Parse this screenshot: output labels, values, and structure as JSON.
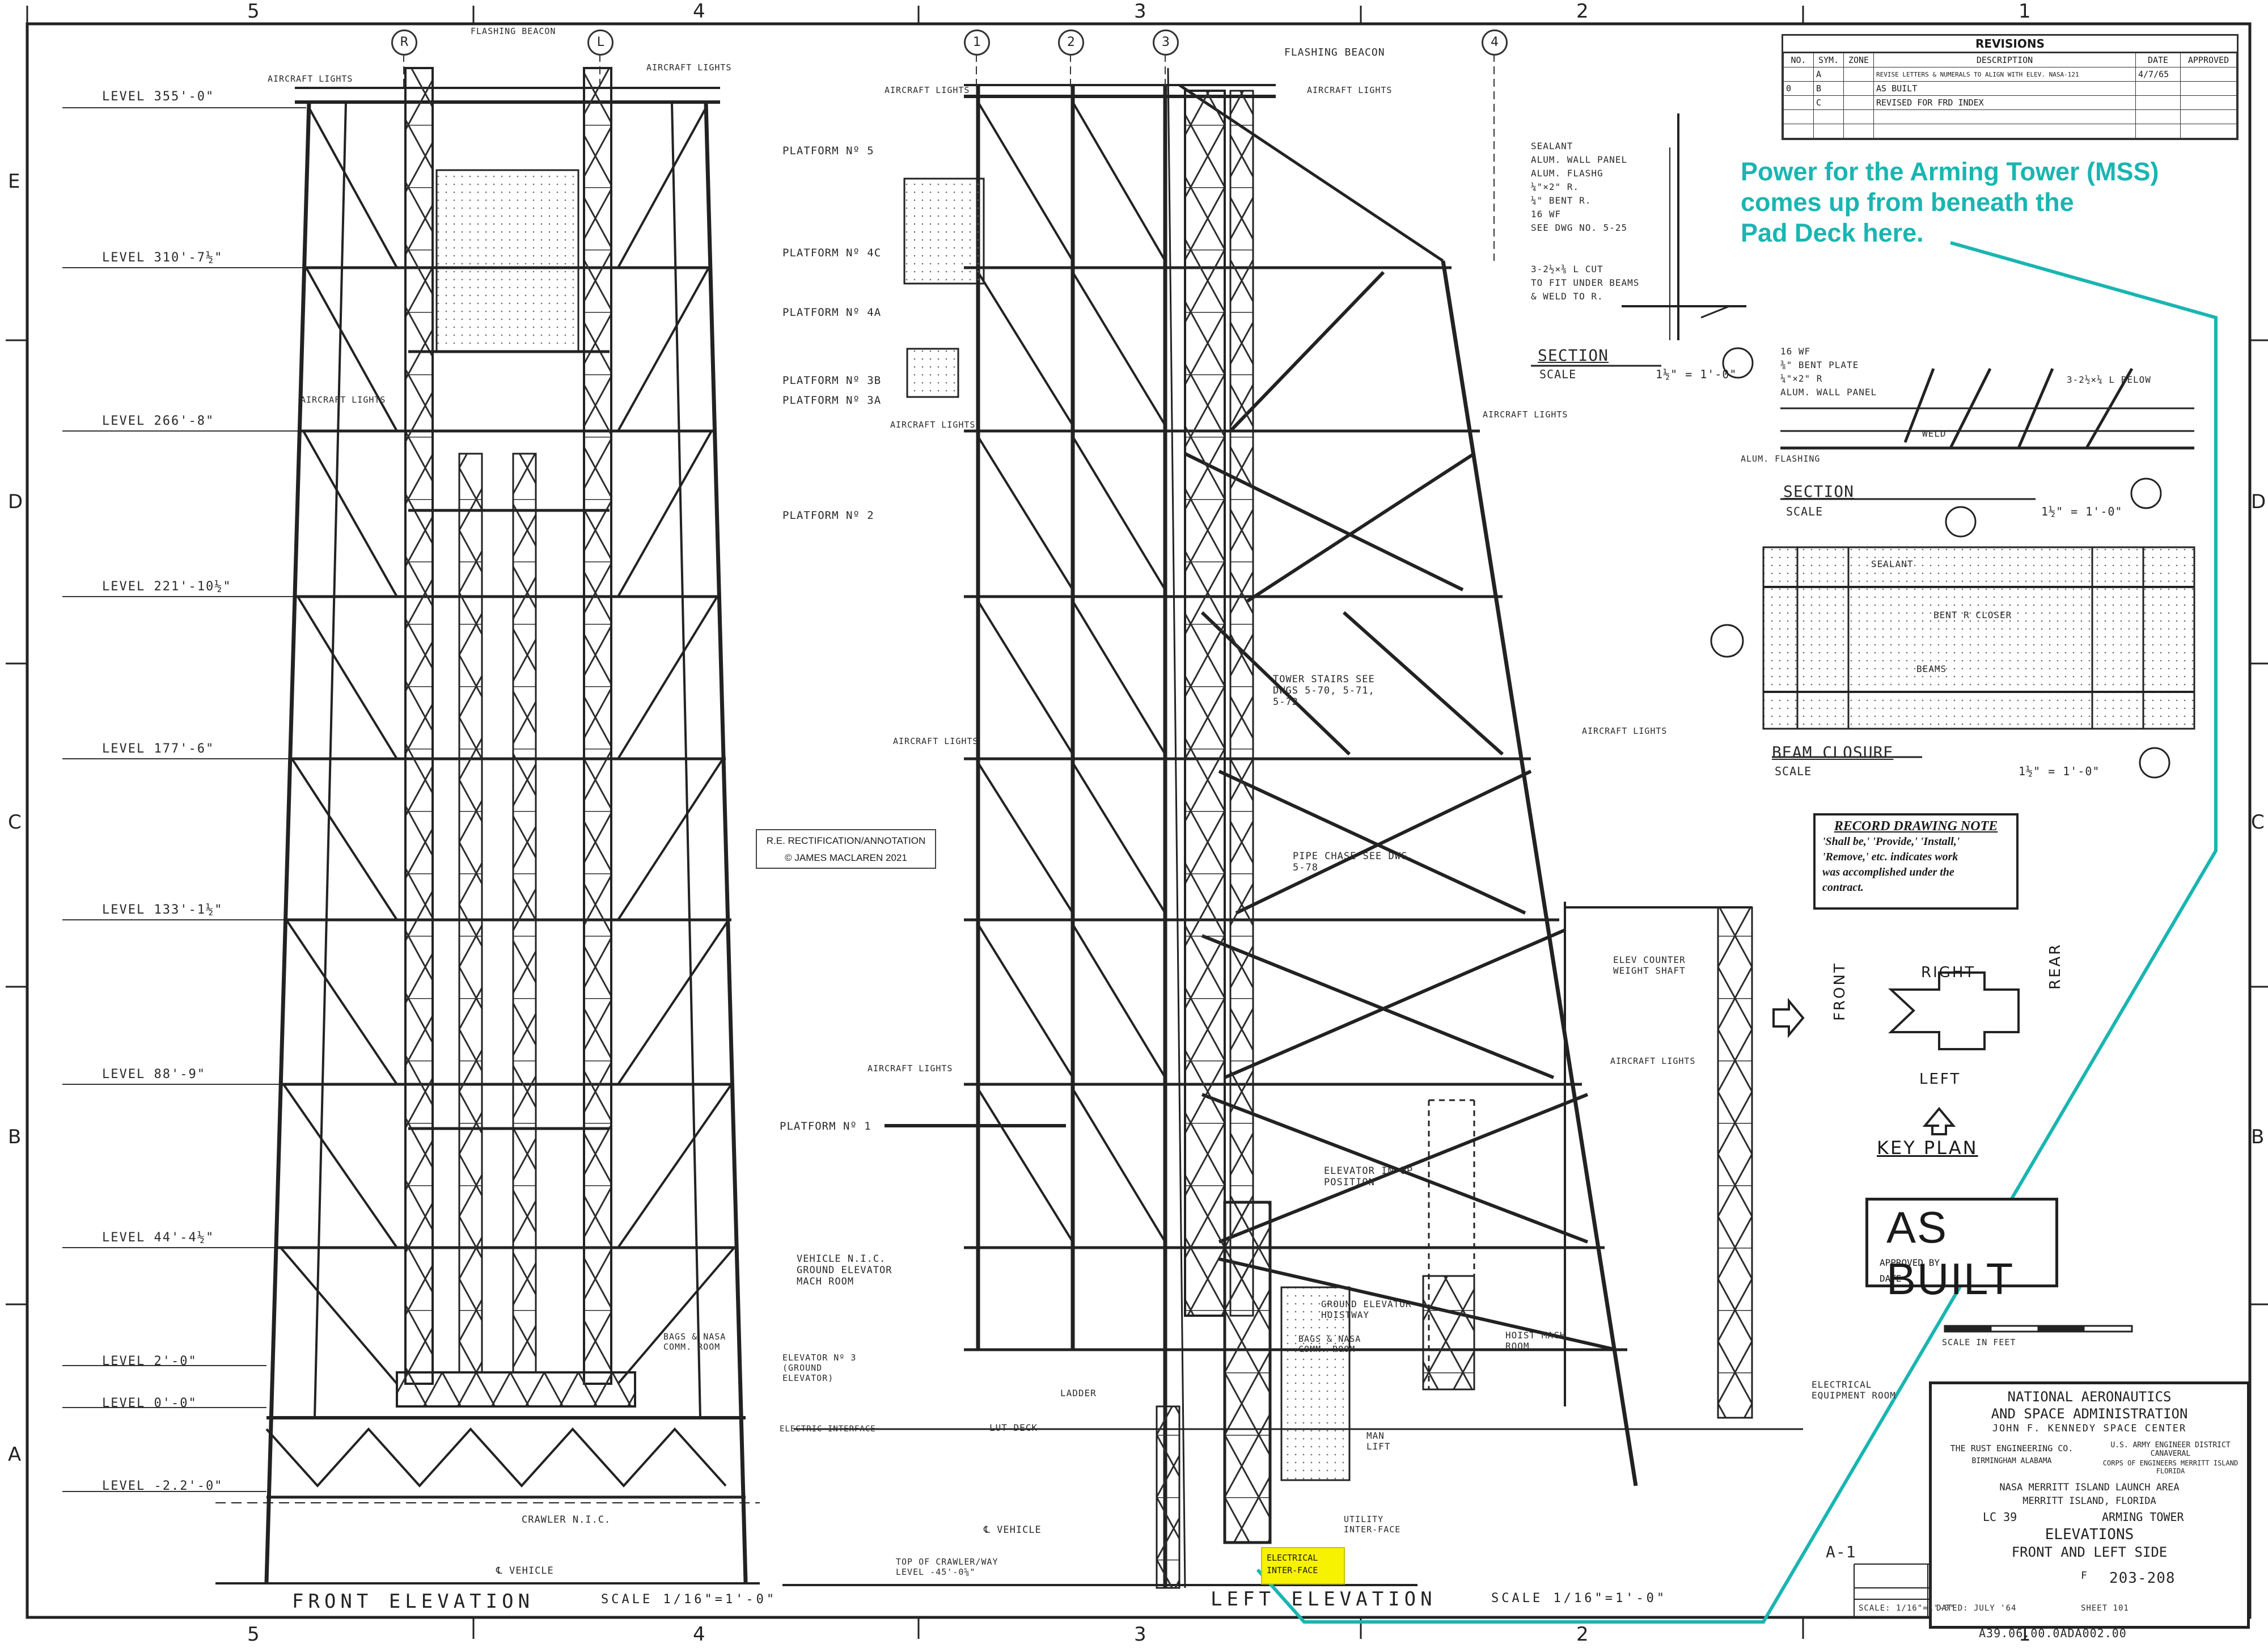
{
  "drawing": {
    "annotation_lines": [
      "Power for the Arming Tower (MSS)",
      "comes up from beneath the",
      "Pad Deck here."
    ],
    "copyright_lines": [
      "R.E. RECTIFICATION/ANNOTATION",
      "© JAMES MACLAREN 2021"
    ],
    "highlight_label": "ELECTRICAL INTER-FACE",
    "zones_top": [
      "5",
      "4",
      "3",
      "2",
      "1"
    ],
    "zones_side": [
      "E",
      "D",
      "C",
      "B",
      "A"
    ],
    "gridlines_front": [
      "R",
      "L"
    ],
    "gridlines_left": [
      "1",
      "2",
      "3",
      "4"
    ],
    "levels": [
      "LEVEL 355'-0\"",
      "LEVEL 310'-7½\"",
      "LEVEL 266'-8\"",
      "LEVEL 221'-10½\"",
      "LEVEL 177'-6\"",
      "LEVEL 133'-1½\"",
      "LEVEL 88'-9\"",
      "LEVEL 44'-4½\"",
      "LEVEL 2'-0\"",
      "LEVEL 0'-0\"",
      "LEVEL -2.2'-0\""
    ],
    "front_title": "FRONT ELEVATION",
    "front_scale": "SCALE 1/16\"=1'-0\"",
    "left_title": "LEFT ELEVATION",
    "left_scale": "SCALE 1/16\"=1'-0\"",
    "labels": {
      "flashing_beacon": "FLASHING BEACON",
      "aircraft_lights": "AIRCRAFT LIGHTS",
      "platform_5": "PLATFORM Nº 5",
      "platform_4c": "PLATFORM Nº 4C",
      "platform_4a": "PLATFORM Nº 4A",
      "platform_3b": "PLATFORM Nº 3B",
      "platform_3a": "PLATFORM Nº 3A",
      "platform_2": "PLATFORM Nº 2",
      "platform_1": "PLATFORM Nº 1",
      "tower_stairs": "TOWER STAIRS SEE DWGS 5-70, 5-71, 5-72",
      "pipe_chase": "PIPE CHASE SEE DWG. 5-78",
      "elevator_up": "ELEVATOR IN UP POSITION",
      "elev_counter": "ELEV COUNTER WEIGHT SHAFT",
      "vehicle_room": "VEHICLE N.I.C. GROUND ELEVATOR MACH ROOM",
      "ground_hoistway": "GROUND ELEVATOR HOISTWAY",
      "comm_room": "BAGS & NASA COMM. ROOM",
      "hoist_room": "HOIST MACH. ROOM",
      "elec_equip": "ELECTRICAL EQUIPMENT ROOM",
      "man_lift": "MAN LIFT",
      "utility": "UTILITY INTER-FACE",
      "ladder": "LADDER",
      "lut_deck": "LUT DECK",
      "elec_interface": "ELECTRIC INTERFACE",
      "elevator_3": "ELEVATOR Nº 3 (GROUND ELEVATOR)",
      "crawler": "CRAWLER N.I.C.",
      "vehicle_cl": "℄ VEHICLE",
      "top_crawler": "TOP OF CRAWLER/WAY LEVEL -45'-0⅝\"",
      "section_d": "SECTION",
      "section_c": "SECTION",
      "beam_closure": "BEAM CLOSURE",
      "scale_label": "SCALE",
      "scale_15": "1½\" = 1'-0\"",
      "sealant_notes": [
        "SEALANT",
        "ALUM. WALL PANEL",
        "ALUM. FLASHG",
        "¼\"×2\" R.",
        "¼\" BENT R.",
        "16 WF",
        "SEE DWG NO. 5-25"
      ],
      "cut_note": [
        "3-2½×⅜ L CUT",
        "TO FIT UNDER BEAMS",
        "& WELD TO R."
      ],
      "bent_plate_notes": [
        "16 WF",
        "⅜\" BENT PLATE",
        "¼\"×2\" R",
        "ALUM. WALL PANEL",
        "ALUM. FLASHING",
        "WELD",
        "3-2½×¼ L BELOW"
      ],
      "bent_closer": "BENT R CLOSER",
      "beams": "BEAMS",
      "scale_in_feet": "SCALE IN FEET",
      "sheet_id": "A-1",
      "archive_no": "A39.06.00.0ADA002.00"
    },
    "revisions": {
      "heading": "REVISIONS",
      "columns": [
        "NO.",
        "SYM.",
        "ZONE",
        "DESCRIPTION",
        "DATE",
        "APPROVED"
      ],
      "rows": [
        [
          "",
          "A",
          "",
          "REVISE LETTERS & NUMERALS TO ALIGN WITH ELEV. NASA-121",
          "4/7/65",
          ""
        ],
        [
          "0",
          "B",
          "",
          "AS BUILT",
          "",
          ""
        ],
        [
          "",
          "C",
          "",
          "REVISED FOR FRD INDEX",
          "",
          ""
        ]
      ]
    },
    "record_note": {
      "heading": "RECORD DRAWING NOTE",
      "body": [
        "'Shall be,' 'Provide,' 'Install,'",
        "'Remove,' etc. indicates work",
        "was accomplished under the",
        "contract."
      ]
    },
    "key_plan": {
      "title": "KEY PLAN",
      "right": "RIGHT",
      "left": "LEFT",
      "front": "FRONT",
      "rear": "REAR"
    },
    "as_built": {
      "text": "AS BUILT",
      "approved": "APPROVED BY",
      "date": "DATE"
    },
    "title_block": {
      "agency": "NATIONAL AERONAUTICS",
      "agency2": "AND SPACE ADMINISTRATION",
      "center": "JOHN F. KENNEDY SPACE CENTER",
      "firm": "THE RUST ENGINEERING CO.",
      "firm_city": "BIRMINGHAM ALABAMA",
      "army": "U.S. ARMY ENGINEER DISTRICT CANAVERAL",
      "army2": "CORPS OF ENGINEERS MERRITT ISLAND FLORIDA",
      "area": "NASA MERRITT ISLAND LAUNCH AREA",
      "area2": "MERRITT ISLAND, FLORIDA",
      "complex": "LC 39",
      "subject": "ARMING TOWER",
      "title": "ELEVATIONS",
      "title2": "FRONT AND LEFT SIDE",
      "drawing_no": "203-208",
      "size": "F",
      "scale": "SCALE: 1/16\"=1'-0\"",
      "dated": "DATED: JULY '64",
      "sheet": "SHEET 101"
    }
  }
}
